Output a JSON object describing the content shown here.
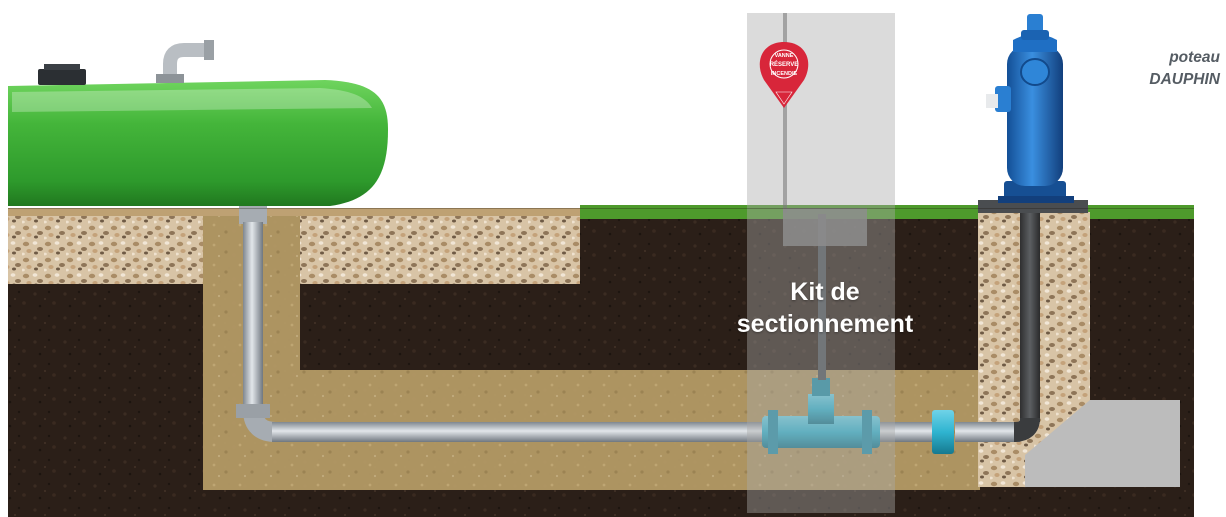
{
  "hydrant_label": {
    "line1": "poteau",
    "line2": "DAUPHIN"
  },
  "valve_kit_label": {
    "line1": "Kit de",
    "line2": "sectionnement"
  },
  "valve_sign": {
    "line1": "VANNE",
    "line2": "RÉSERVE",
    "line3": "INCENDIE"
  },
  "colors": {
    "tank_green": "#3fb33a",
    "soil_dark": "#2a1e17",
    "sand_trench": "#b59a66",
    "gravel": "#c9ad89",
    "grass": "#4e9a2c",
    "pipe_grey": "#b8bec4",
    "valve_cyan": "#2fb4d0",
    "hydrant_blue": "#1f6fc4",
    "sign_red": "#d8263a",
    "concrete": "#bdbdbd"
  }
}
